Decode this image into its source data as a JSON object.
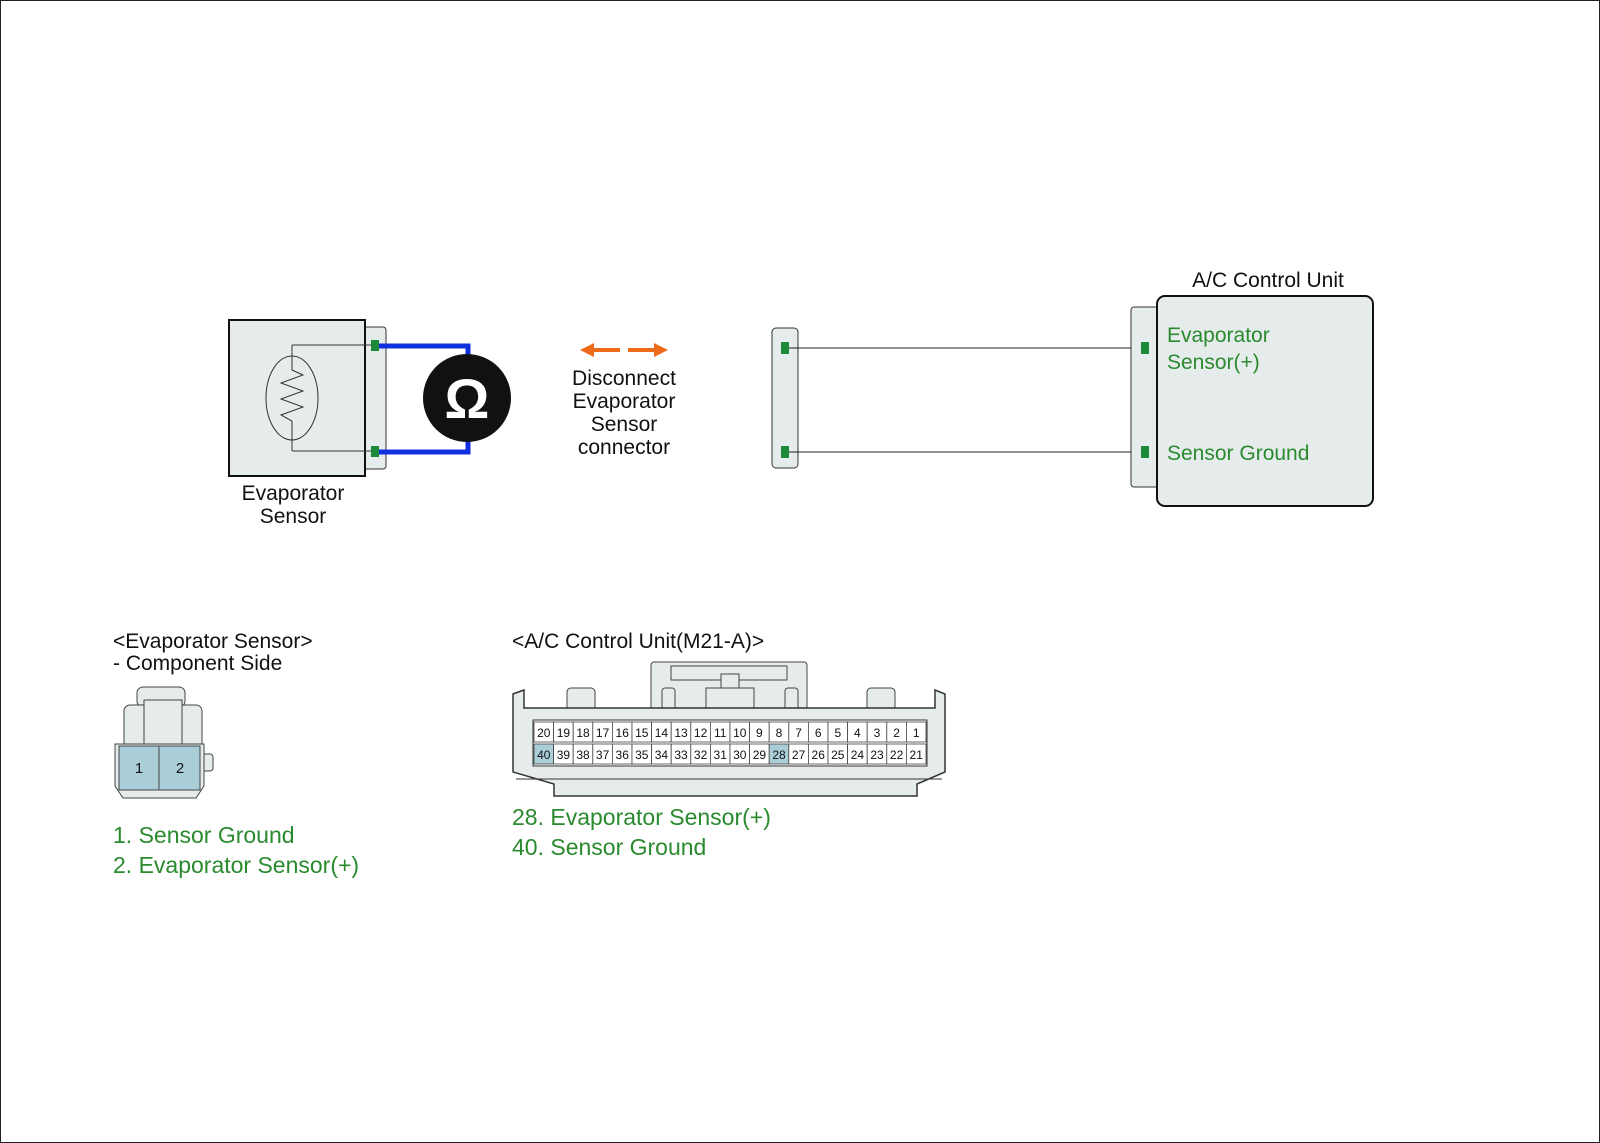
{
  "colors": {
    "pin_highlight": "#a9ced8",
    "box_fill": "#e6ecec",
    "terminal": "#1a8a3a",
    "probe_wire": "#1030e0",
    "arrow": "#f06a1c",
    "green_text": "#2a8a2e"
  },
  "icons": {
    "ohmmeter": "omega-icon",
    "disconnect": "double-arrow-icon"
  },
  "sensor": {
    "label_line1": "Evaporator",
    "label_line2": "Sensor"
  },
  "disconnect": {
    "lines": [
      "Disconnect",
      "Evaporator",
      "Sensor",
      "connector"
    ]
  },
  "ac_unit": {
    "title": "A/C Control Unit",
    "pin_plus_line1": "Evaporator",
    "pin_plus_line2": "Sensor(+)",
    "pin_ground": "Sensor Ground"
  },
  "evap_connector": {
    "title": "<Evaporator Sensor>",
    "subtitle": "- Component Side",
    "pins": [
      "1",
      "2"
    ],
    "legend": [
      "1. Sensor Ground",
      "2. Evaporator Sensor(+)"
    ]
  },
  "ac_connector": {
    "title": "<A/C Control Unit(M21-A)>",
    "top_row": [
      "20",
      "19",
      "18",
      "17",
      "16",
      "15",
      "14",
      "13",
      "12",
      "11",
      "10",
      "9",
      "8",
      "7",
      "6",
      "5",
      "4",
      "3",
      "2",
      "1"
    ],
    "bottom_row": [
      "40",
      "39",
      "38",
      "37",
      "36",
      "35",
      "34",
      "33",
      "32",
      "31",
      "30",
      "29",
      "28",
      "27",
      "26",
      "25",
      "24",
      "23",
      "22",
      "21"
    ],
    "highlighted": [
      "40",
      "28"
    ],
    "legend": [
      "28. Evaporator Sensor(+)",
      "40. Sensor Ground"
    ]
  }
}
